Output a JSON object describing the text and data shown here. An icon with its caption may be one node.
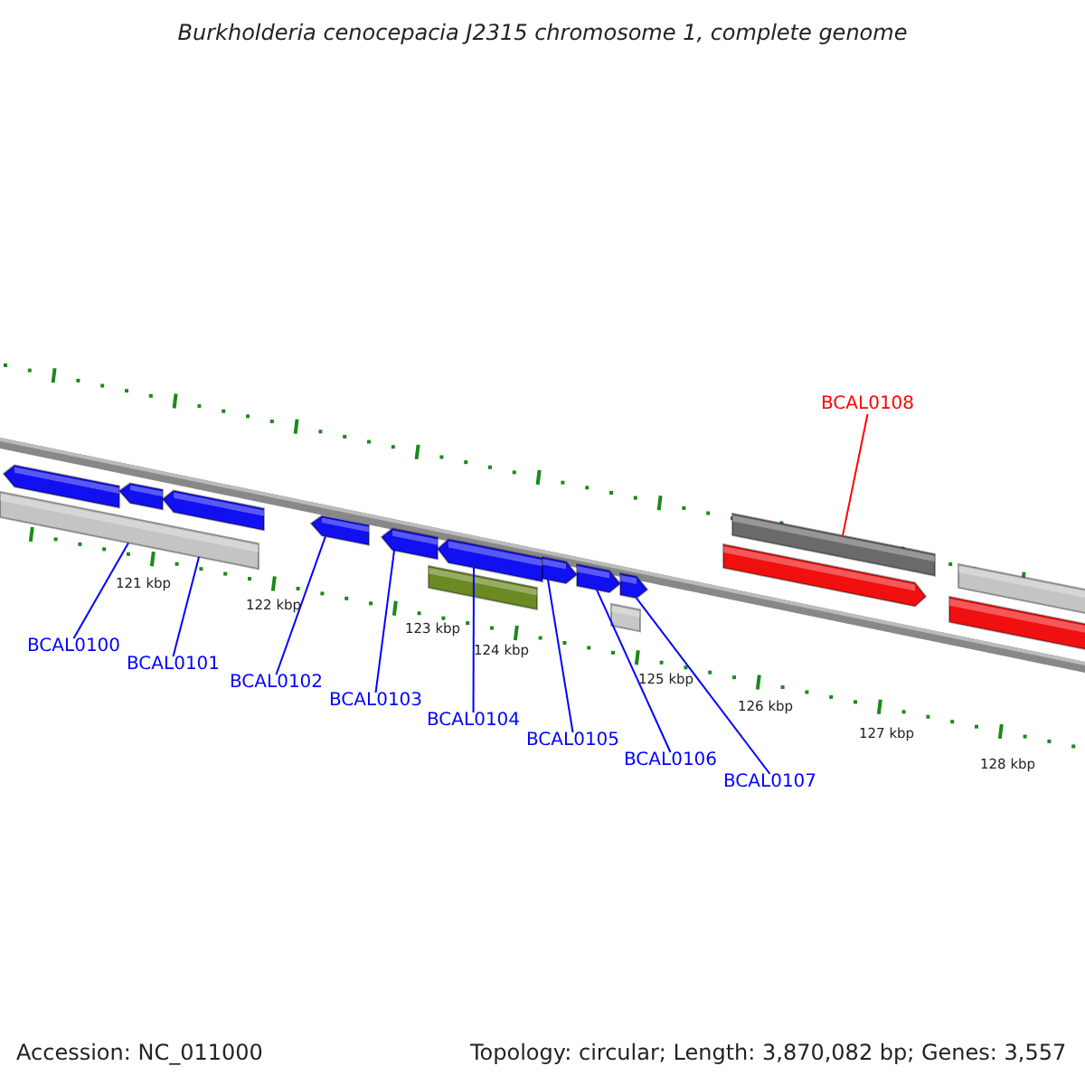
{
  "diagram": {
    "title": "Burkholderia cenocepacia J2315 chromosome 1, complete genome",
    "nodes": [
      {
        "text": [
          "BCAL0100"
        ]
      },
      {
        "text": [
          "BCAL0101"
        ]
      },
      {
        "text": [
          "BCAL0102"
        ]
      },
      {
        "text": [
          "BCAL0103"
        ]
      },
      {
        "text": [
          "BCAL0104"
        ]
      },
      {
        "text": [
          "BCAL0105"
        ]
      },
      {
        "text": [
          "BCAL0106"
        ]
      },
      {
        "text": [
          "BCAL0107"
        ]
      },
      {
        "text": [
          "BCAL0108"
        ]
      },
      {
        "text": [],
        "shape": "bar"
      },
      {
        "text": [],
        "shape": "bar"
      },
      {
        "text": [],
        "shape": "bar"
      },
      {
        "text": [],
        "shape": "bar"
      },
      {
        "text": [],
        "shape": "bar"
      },
      {
        "text": [],
        "shape": "bar"
      },
      {
        "text": [],
        "shape": "bar"
      },
      {
        "text": [],
        "shape": "bar"
      },
      {
        "text": [],
        "shape": "bar"
      },
      {
        "text": [],
        "shape": "bar"
      },
      {
        "text": [],
        "shape": "bar"
      },
      {
        "text": [],
        "shape": "bar"
      },
      {
        "text": [],
        "shape": "bar"
      },
      {
        "text": [],
        "shape": "bar"
      },
      {
        "text": [],
        "shape": "bar"
      },
      {
        "text": [],
        "shape": "bar"
      }
    ],
    "edges": [
      {
        "from": 0,
        "to": 9,
        "arrow": "none"
      },
      {
        "from": 1,
        "to": 9,
        "arrow": "none"
      },
      {
        "from": 2,
        "to": 13,
        "arrow": "none"
      },
      {
        "from": 3,
        "to": 14,
        "arrow": "none"
      },
      {
        "from": 4,
        "to": 16,
        "arrow": "none"
      },
      {
        "from": 5,
        "to": 17,
        "arrow": "none"
      },
      {
        "from": 6,
        "to": 18,
        "arrow": "none"
      },
      {
        "from": 7,
        "to": 20,
        "arrow": "none"
      },
      {
        "from": 8,
        "to": 22,
        "arrow": "none",
        "color": "#ff0000"
      }
    ],
    "labels": [
      "121 kbp",
      "122 kbp",
      "123 kbp",
      "124 kbp",
      "125 kbp",
      "126 kbp",
      "127 kbp",
      "128 kbp",
      "Accession: NC_011000",
      "Topology: circular; Length: 3,870,082 bp; Genes: 3,557"
    ]
  }
}
